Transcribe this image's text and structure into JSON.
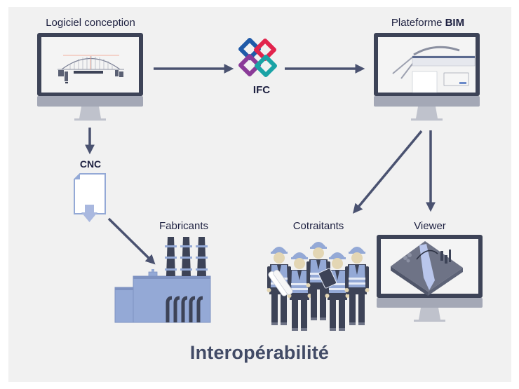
{
  "title": "Interopérabilité",
  "nodes": {
    "design_software": {
      "label": "Logiciel conception",
      "icon": "monitor-bridge-icon"
    },
    "ifc": {
      "label": "IFC",
      "icon": "ifc-logo-icon"
    },
    "bim_platform": {
      "label_prefix": "Plateforme ",
      "label_bold": "BIM",
      "icon": "monitor-bim-software-icon"
    },
    "cnc": {
      "label": "CNC",
      "icon": "file-download-icon"
    },
    "manufacturers": {
      "label": "Fabricants",
      "icon": "factory-icon"
    },
    "co_contractors": {
      "label": "Cotraitants",
      "icon": "workers-group-icon"
    },
    "viewer": {
      "label": "Viewer",
      "icon": "monitor-3d-terrain-icon"
    }
  },
  "edges": [
    {
      "from": "Logiciel conception",
      "to": "IFC"
    },
    {
      "from": "IFC",
      "to": "Plateforme BIM"
    },
    {
      "from": "Logiciel conception",
      "to": "CNC"
    },
    {
      "from": "CNC",
      "to": "Fabricants"
    },
    {
      "from": "Plateforme BIM",
      "to": "Cotraitants"
    },
    {
      "from": "Plateforme BIM",
      "to": "Viewer"
    }
  ],
  "colors": {
    "background": "#f1f1f1",
    "arrow": "#4a5270",
    "monitor_frame": "#3d4357",
    "monitor_chin": "#a4a8b6",
    "accent_blue": "#94a9d6",
    "label": "#1c1f3f",
    "title": "#424b66",
    "ifc_blue": "#1f5aa8",
    "ifc_red": "#e2244d",
    "ifc_purple": "#8a3b98",
    "ifc_teal": "#1aa3a6"
  }
}
